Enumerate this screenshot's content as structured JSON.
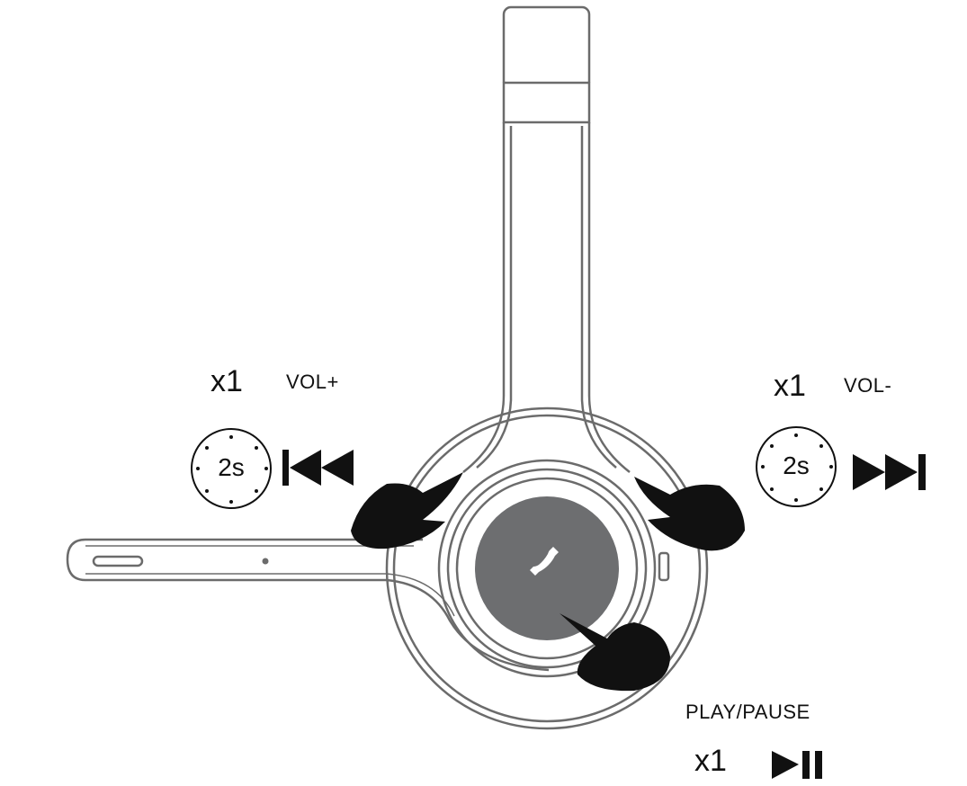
{
  "left_control": {
    "press_count": "x1",
    "action": "VOL+",
    "hold_duration": "2s",
    "icon": "previous-track-icon"
  },
  "right_control": {
    "press_count": "x1",
    "action": "VOL-",
    "hold_duration": "2s",
    "icon": "next-track-icon"
  },
  "center_control": {
    "action": "PLAY/PAUSE",
    "press_count": "x1",
    "icon": "play-pause-icon",
    "button_icon": "phone-icon"
  },
  "colors": {
    "line": "#6b6b6b",
    "button": "#6d6e70",
    "ink": "#111111"
  }
}
